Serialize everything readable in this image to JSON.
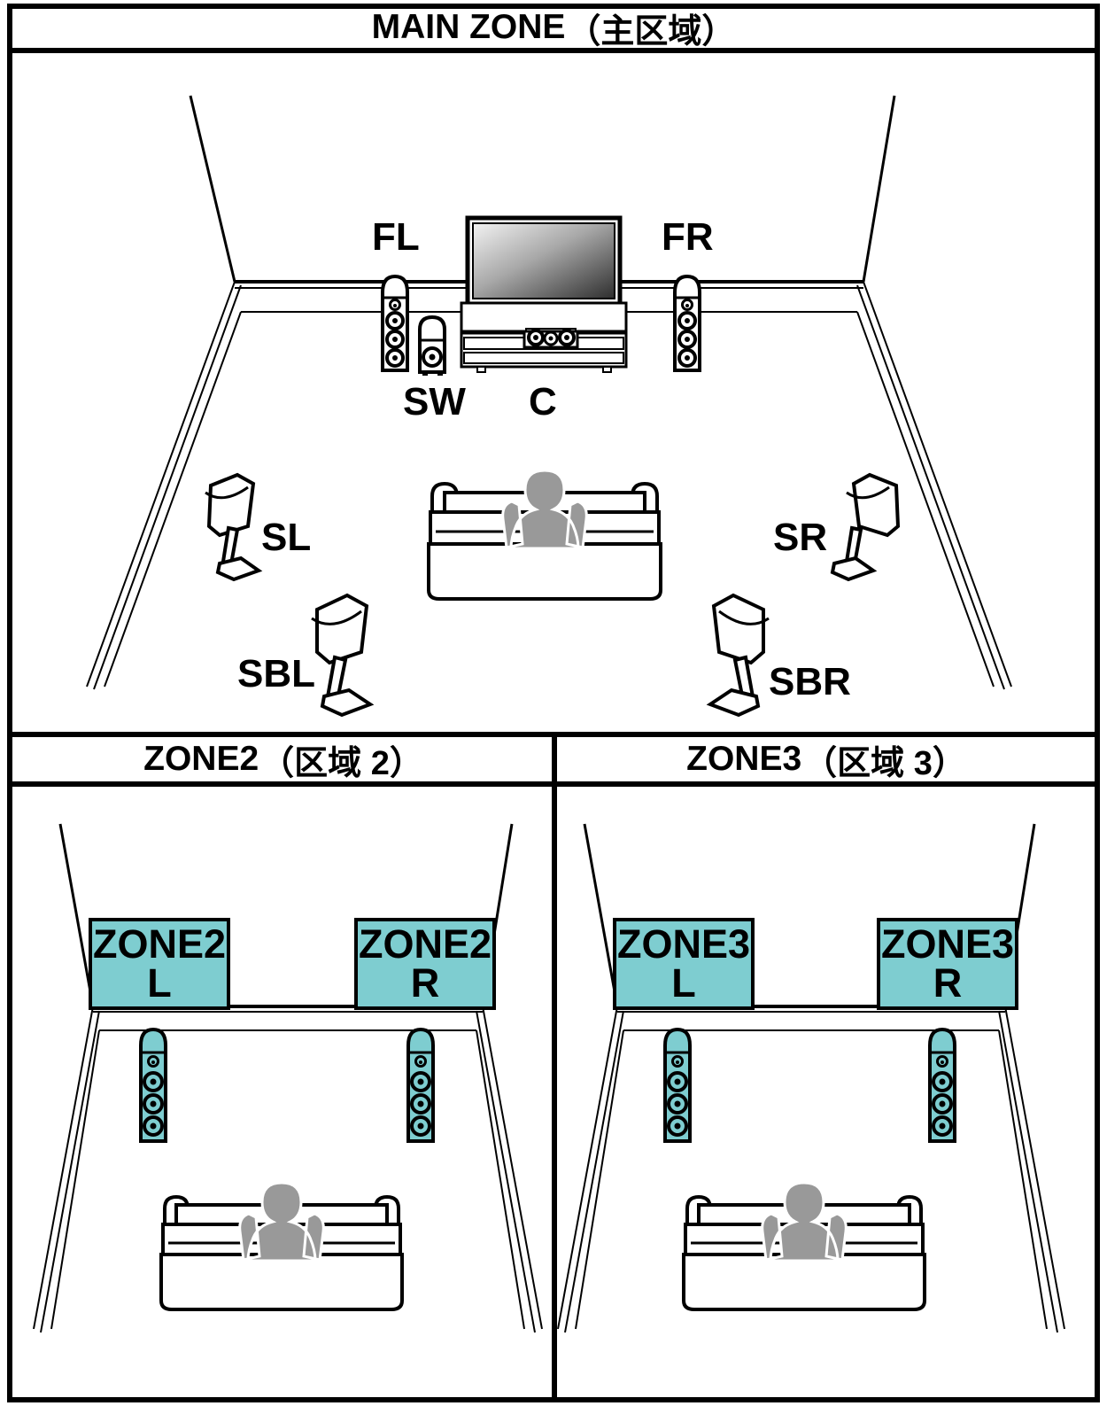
{
  "meta": {
    "title": "Speaker layout diagram - MAIN ZONE / ZONE2 / ZONE3",
    "accent_teal": "#7ECDD0",
    "person_gray": "#999999",
    "line_black": "#000000"
  },
  "sections": {
    "main": {
      "header_en": "MAIN ZONE",
      "header_cn": "（主区域）",
      "speaker_labels": {
        "fl": "FL",
        "fr": "FR",
        "sw": "SW",
        "c": "C",
        "sl": "SL",
        "sr": "SR",
        "sbl": "SBL",
        "sbr": "SBR"
      }
    },
    "zone2": {
      "header_en": "ZONE2",
      "header_cn": "（区域 2）",
      "left_box": {
        "line1": "ZONE2",
        "line2": "L"
      },
      "right_box": {
        "line1": "ZONE2",
        "line2": "R"
      }
    },
    "zone3": {
      "header_en": "ZONE3",
      "header_cn": "（区域 3）",
      "left_box": {
        "line1": "ZONE3",
        "line2": "L"
      },
      "right_box": {
        "line1": "ZONE3",
        "line2": "R"
      }
    }
  }
}
